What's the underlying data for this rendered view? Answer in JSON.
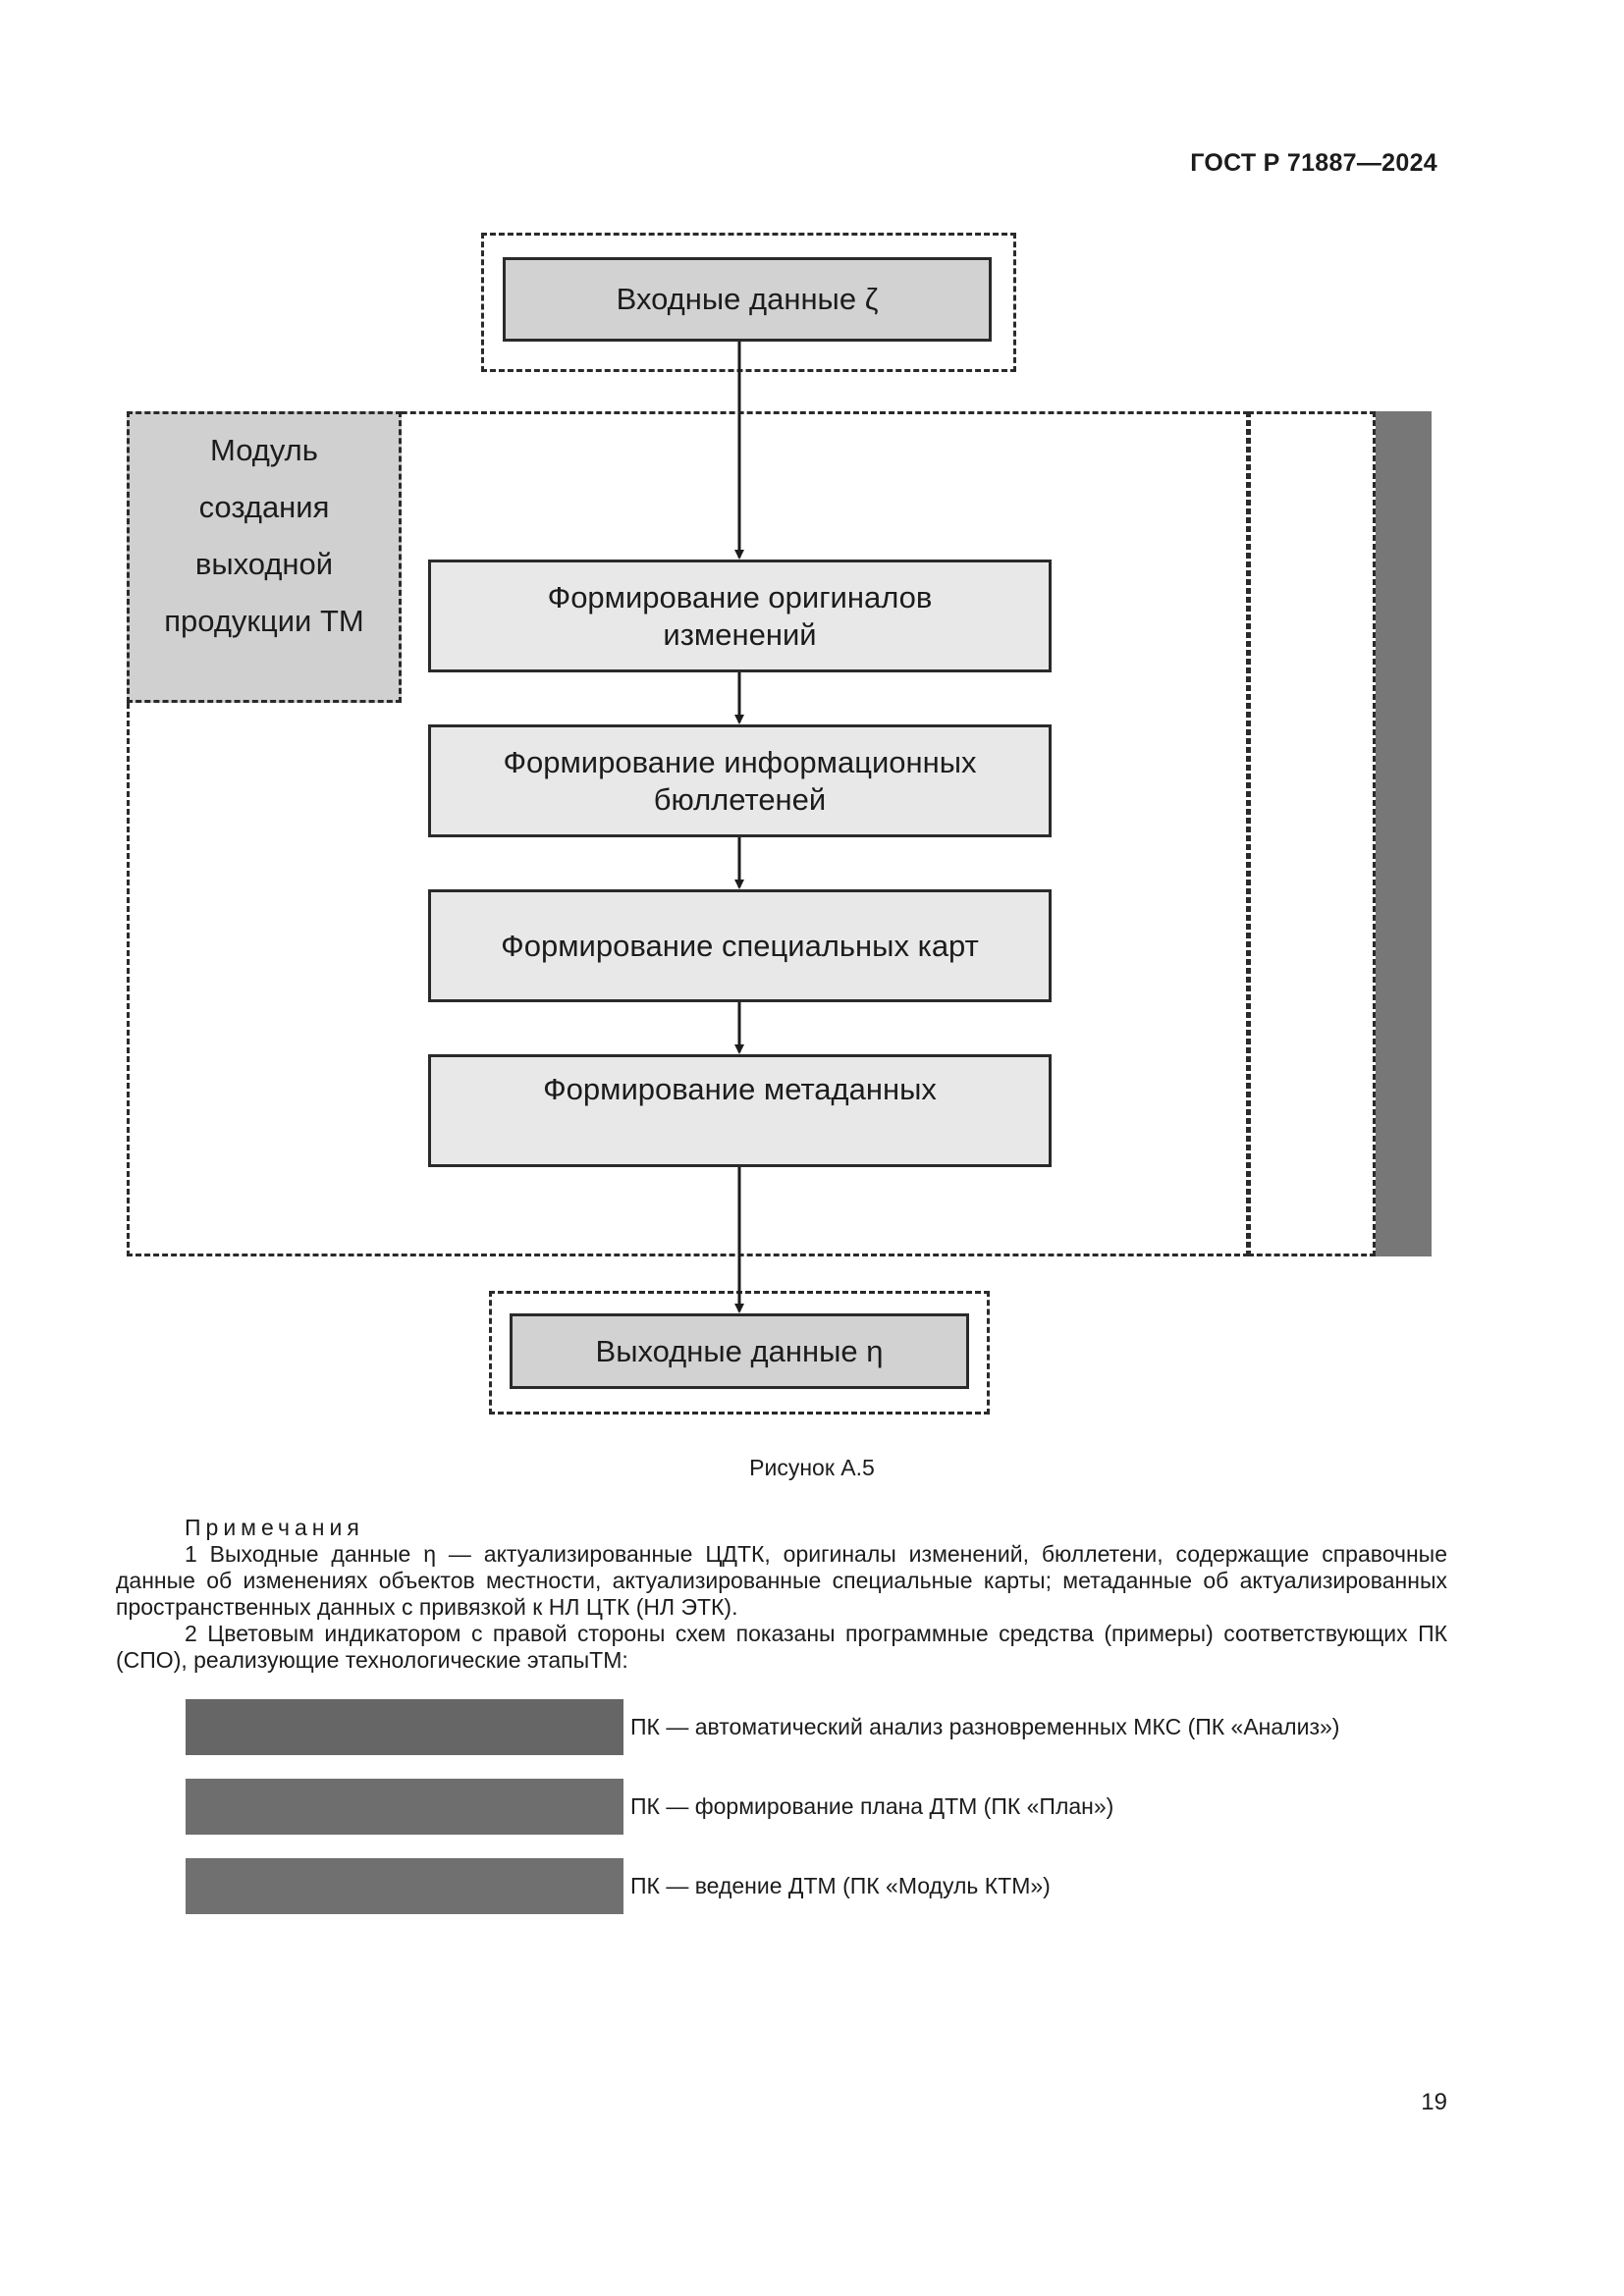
{
  "header": {
    "doc_id": "ГОСТ Р 71887—2024"
  },
  "diagram": {
    "input": "Входные данные ζ",
    "module_label": [
      "Модуль",
      "создания",
      "выходной",
      "продукции ТМ"
    ],
    "steps": [
      [
        "Формирование оригиналов",
        "изменений"
      ],
      [
        "Формирование информационных",
        "бюллетеней"
      ],
      [
        "Формирование специальных карт"
      ],
      [
        "Формирование метаданных"
      ]
    ],
    "output": "Выходные данные η",
    "sidebar_color": "#777777"
  },
  "caption": "Рисунок А.5",
  "notes": {
    "title": "Примечания",
    "note1": "1 Выходные данные η — актуализированные ЦДТК, оригиналы изменений, бюллетени, содержащие справочные данные об изменениях объектов местности, актуализированные специальные карты; метаданные об актуализированных пространственных данных с привязкой к НЛ ЦТК (НЛ ЭТК).",
    "note2": "2 Цветовым индикатором с правой стороны схем показаны программные средства (примеры) соответствующих ПК (СПО), реализующие технологические этапыТМ:"
  },
  "legend": [
    {
      "color": "#666666",
      "label": "ПК — автоматический анализ разновременных МКС (ПК «Анализ»)"
    },
    {
      "color": "#6e6e6e",
      "label": "ПК — формирование плана ДТМ (ПК «План»)"
    },
    {
      "color": "#707070",
      "label": "ПК — ведение ДТМ (ПК «Модуль КТМ»)"
    }
  ],
  "page_number": "19"
}
